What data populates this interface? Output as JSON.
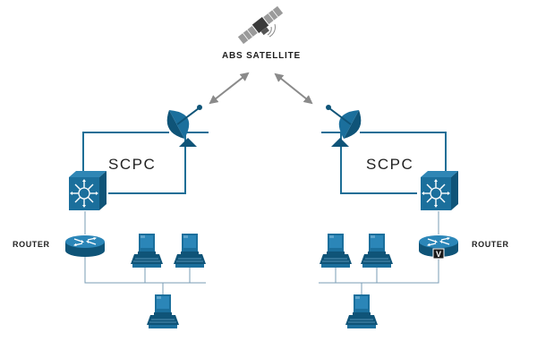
{
  "labels": {
    "satellite": "ABS SATELLITE",
    "link_left": "SCPC",
    "link_right": "SCPC",
    "router_left": "ROUTER",
    "router_right": "ROUTER",
    "router_badge": "V"
  },
  "colors": {
    "device_blue": "#1b6f9c",
    "device_dark": "#0f5478",
    "link_line": "#1d6e96",
    "lan_line": "#7a9cb5",
    "arrow": "#8a8a8a"
  },
  "icons": {
    "satellite": "satellite-icon",
    "dish": "satellite-dish-icon",
    "switch": "multilayer-switch-icon",
    "router": "router-icon",
    "workstation": "workstation-icon"
  }
}
